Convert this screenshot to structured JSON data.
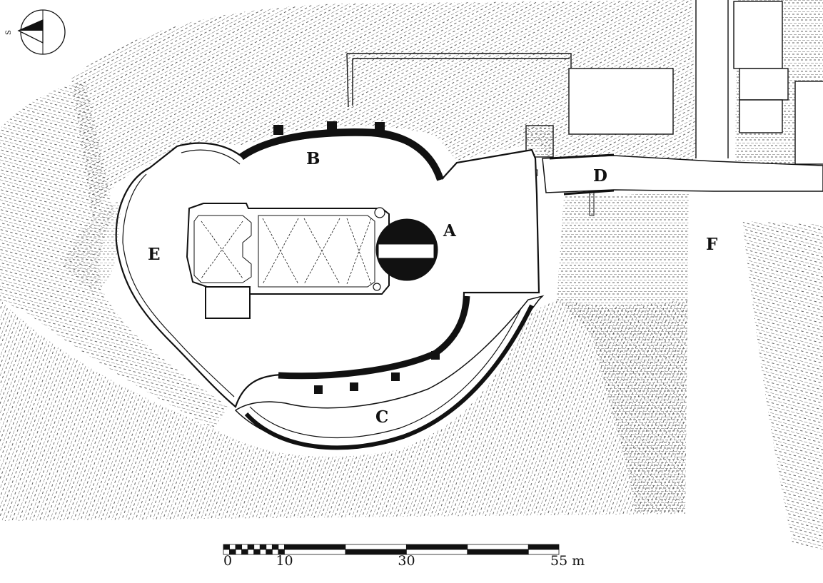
{
  "compass": {
    "letter": "S"
  },
  "labels": {
    "A": "A",
    "B": "B",
    "C": "C",
    "D": "D",
    "E": "E",
    "F": "F"
  },
  "scale": {
    "ticks": [
      "0",
      "10",
      "30",
      "55 m"
    ],
    "values": [
      0,
      10,
      30,
      55
    ]
  },
  "colors": {
    "ink": "#111111",
    "paper": "#ffffff",
    "hatch": "#3a3a3a"
  }
}
